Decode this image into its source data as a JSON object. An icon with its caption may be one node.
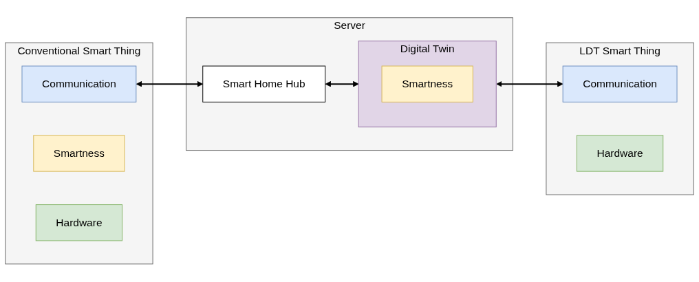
{
  "diagram": {
    "nodes": [
      {
        "text": [
          "Conventional Smart Thing"
        ]
      },
      {
        "text": [
          "Communication"
        ],
        "in": 0
      },
      {
        "text": [
          "Smartness"
        ],
        "in": 0
      },
      {
        "text": [
          "Hardware"
        ],
        "in": 0
      },
      {
        "text": [
          "Server"
        ]
      },
      {
        "text": [
          "Smart Home Hub"
        ],
        "in": 4
      },
      {
        "text": [
          "Digital Twin"
        ],
        "in": 4
      },
      {
        "text": [
          "Smartness"
        ],
        "in": 6
      },
      {
        "text": [
          "LDT Smart Thing"
        ]
      },
      {
        "text": [
          "Communication"
        ],
        "in": 8
      },
      {
        "text": [
          "Hardware"
        ],
        "in": 8
      }
    ],
    "edges": [
      {
        "from": 1,
        "to": 5,
        "arrow": "both"
      },
      {
        "from": 5,
        "to": 6,
        "arrow": "both"
      },
      {
        "from": 6,
        "to": 9,
        "arrow": "both"
      }
    ]
  }
}
